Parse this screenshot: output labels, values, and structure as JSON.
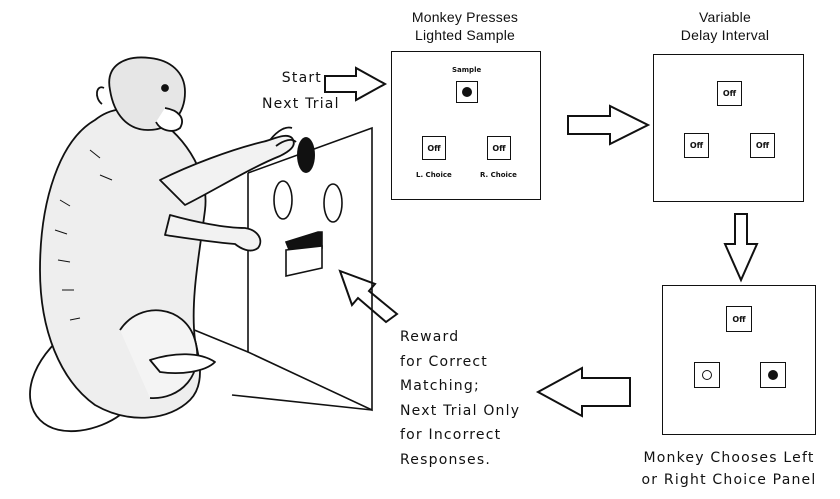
{
  "start_label": [
    "Start",
    "Next Trial"
  ],
  "steps": {
    "press_sample": {
      "heading": [
        "Monkey Presses",
        "Lighted Sample"
      ],
      "sample_label": "Sample",
      "left_key": "Off",
      "right_key": "Off",
      "left_label": "L. Choice",
      "right_label": "R. Choice"
    },
    "delay": {
      "heading": [
        "Variable",
        "Delay Interval"
      ],
      "top_key": "Off",
      "left_key": "Off",
      "right_key": "Off"
    },
    "choose": {
      "top_key": "Off",
      "caption": [
        "Monkey Chooses Left",
        "or Right Choice Panel"
      ]
    }
  },
  "reward_label": [
    "Reward",
    "for Correct",
    "Matching;",
    "Next Trial Only",
    "for Incorrect",
    "Responses."
  ]
}
